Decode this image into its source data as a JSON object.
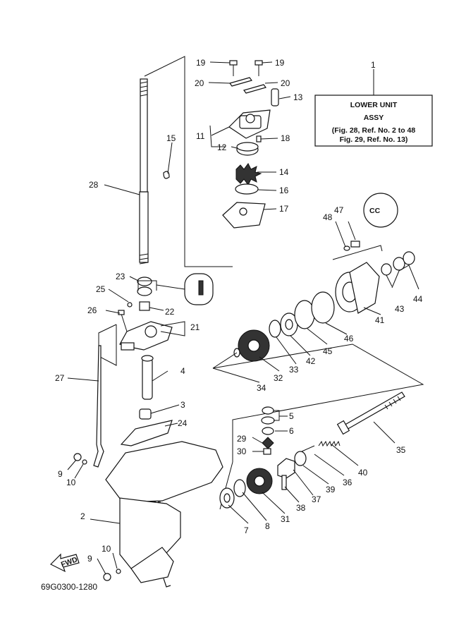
{
  "title_box": {
    "ref": "1",
    "line1": "LOWER UNIT",
    "line2": "ASSY",
    "line3": "(Fig. 28, Ref. No. 2 to 48",
    "line4": "Fig. 29, Ref. No. 13)"
  },
  "footer_code": "69G0300-1280",
  "fwd_label": "FWD",
  "cc_label": "CC",
  "callouts": {
    "c2": "2",
    "c3": "3",
    "c4": "4",
    "c5": "5",
    "c6": "6",
    "c7": "7",
    "c8": "8",
    "c9a": "9",
    "c9b": "9",
    "c10a": "10",
    "c10b": "10",
    "c11": "11",
    "c12": "12",
    "c13": "13",
    "c14": "14",
    "c15": "15",
    "c16": "16",
    "c17": "17",
    "c18": "18",
    "c19a": "19",
    "c19b": "19",
    "c20a": "20",
    "c20b": "20",
    "c21": "21",
    "c22": "22",
    "c23": "23",
    "c24": "24",
    "c25": "25",
    "c26": "26",
    "c27": "27",
    "c28": "28",
    "c29": "29",
    "c30": "30",
    "c31": "31",
    "c32": "32",
    "c33": "33",
    "c34": "34",
    "c35": "35",
    "c36": "36",
    "c37": "37",
    "c38": "38",
    "c39": "39",
    "c40": "40",
    "c41": "41",
    "c42": "42",
    "c43": "43",
    "c44": "44",
    "c45": "45",
    "c46": "46",
    "c47": "47",
    "c48": "48"
  }
}
